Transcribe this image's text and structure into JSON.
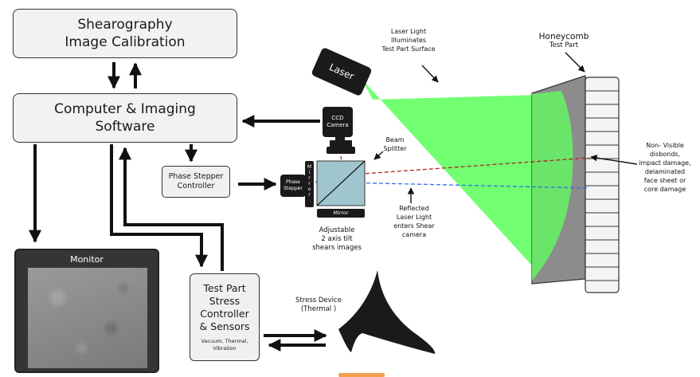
{
  "boxes": {
    "calibration": [
      "Shearography",
      "Image Calibration"
    ],
    "computer": [
      "Computer & Imaging",
      "Software"
    ],
    "phase_stepper_controller": [
      "Phase Stepper",
      "Controller"
    ],
    "stress_controller": [
      "Test Part",
      "Stress",
      "Controller",
      "& Sensors"
    ],
    "stress_controller_sub": [
      "Vacuum, Thermal,",
      "Vibration"
    ]
  },
  "monitor": {
    "label": "Monitor"
  },
  "optics": {
    "laser": "Laser",
    "ccd_camera": [
      "CCD",
      "Camera"
    ],
    "phase_stepper": [
      "Phase",
      "Stepper"
    ],
    "mirror_vertical": "Mirror",
    "mirror_horizontal": "Mirror"
  },
  "labels": {
    "laser_light": [
      "Laser Light",
      "Illuminates",
      "Test Part Surface"
    ],
    "honeycomb": "Honeycomb",
    "test_part": "Test Part",
    "beam_splitter": [
      "Beam",
      "Splitter"
    ],
    "reflected": [
      "Reflected",
      "Laser Light",
      "enters Shear",
      "camera"
    ],
    "adjustable": [
      "Adjustable",
      "2 axis tilt",
      "shears images"
    ],
    "non_visible": [
      "Non- Visible",
      "disbonds,",
      "impact damage,",
      "delaminated",
      "face sheet or",
      "core damage"
    ],
    "stress_device": [
      "Stress Device",
      "(Thermal )"
    ]
  },
  "colors": {
    "laser_beam": "#66ff66",
    "reflected_red": "#b22222",
    "reflected_blue": "#3070e0",
    "honeycomb_fill": "#8c8c8c",
    "beam_splitter_fill": "#9fc6cf",
    "monitor_bezel": "#353535"
  }
}
